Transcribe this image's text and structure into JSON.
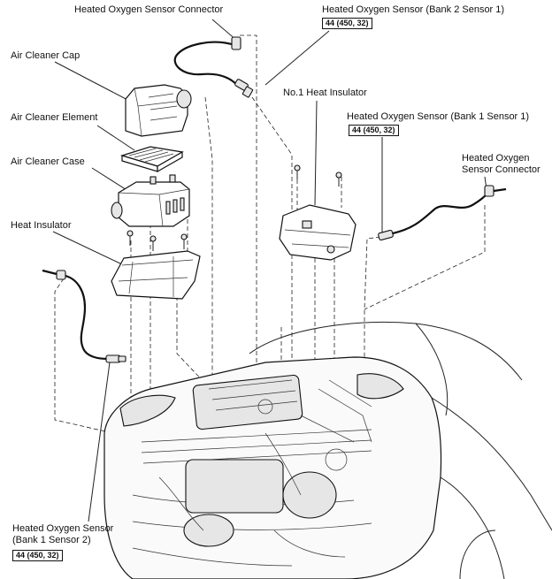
{
  "labels": {
    "connector_top": "Heated Oxygen Sensor Connector",
    "b2s1": "Heated Oxygen Sensor (Bank 2 Sensor 1)",
    "b2s1_torque": "44 (450, 32)",
    "air_cleaner_cap": "Air Cleaner Cap",
    "air_cleaner_element": "Air Cleaner Element",
    "air_cleaner_case": "Air Cleaner Case",
    "heat_insulator": "Heat Insulator",
    "no1_heat_insulator": "No.1 Heat Insulator",
    "b1s1": "Heated Oxygen Sensor (Bank 1 Sensor 1)",
    "b1s1_torque": "44 (450, 32)",
    "connector_right_1": "Heated Oxygen",
    "connector_right_2": "Sensor Connector",
    "b1s2_1": "Heated Oxygen Sensor",
    "b1s2_2": "(Bank 1 Sensor 2)",
    "b1s2_torque": "44 (450, 32)"
  }
}
